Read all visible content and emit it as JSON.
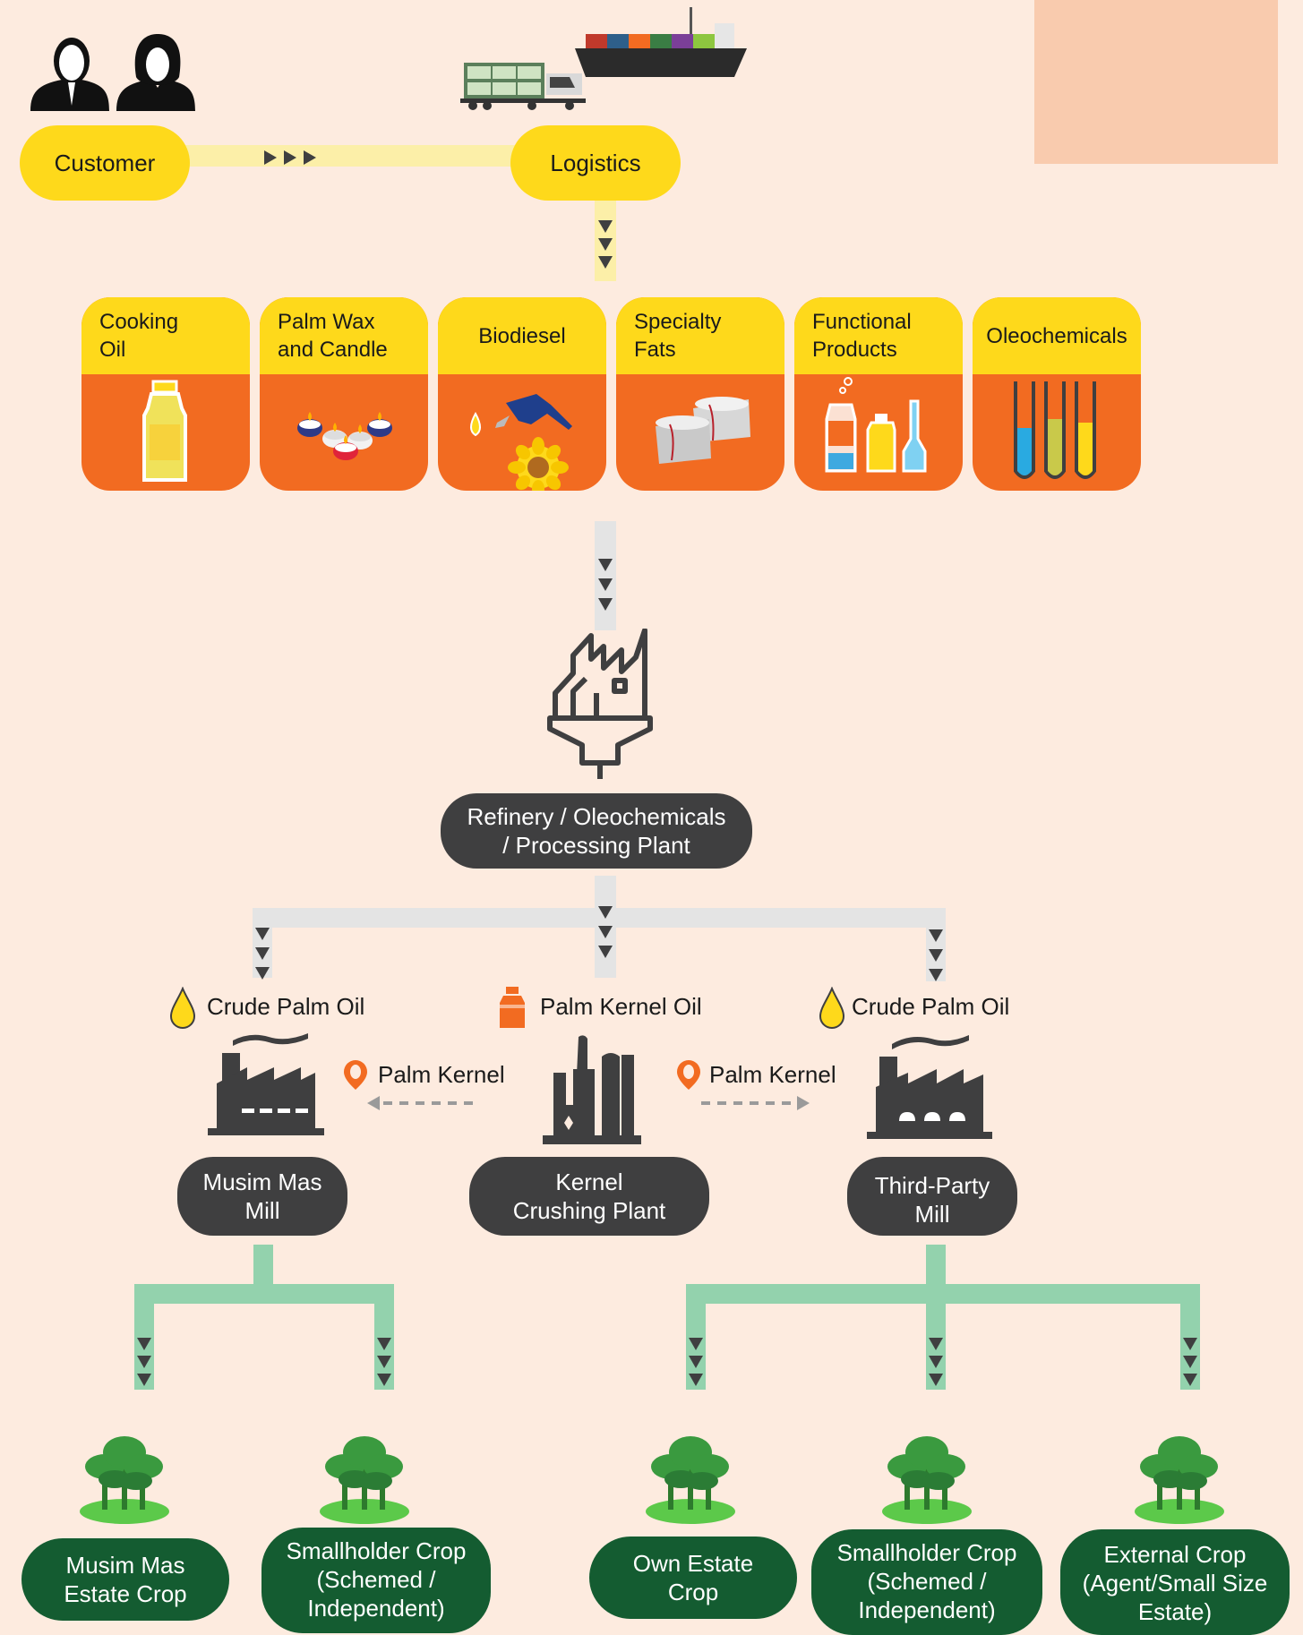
{
  "top": {
    "customer_label": "Customer",
    "logistics_label": "Logistics"
  },
  "products": [
    {
      "label": "Cooking Oil",
      "icon": "cooking-oil-bottle-icon"
    },
    {
      "label": "Palm Wax and Candle",
      "icon": "candles-icon"
    },
    {
      "label": "Biodiesel",
      "icon": "fuel-nozzle-sunflower-icon"
    },
    {
      "label": "Specialty Fats",
      "icon": "fat-blocks-icon"
    },
    {
      "label": "Functional Products",
      "icon": "product-containers-icon"
    },
    {
      "label": "Oleochemicals",
      "icon": "test-tubes-icon"
    }
  ],
  "refinery": {
    "label_line1": "Refinery / Oleochemicals",
    "label_line2": "/ Processing Plant",
    "icon": "refinery-plant-icon"
  },
  "flows": {
    "left_oil": "Crude Palm Oil",
    "center_oil": "Palm Kernel Oil",
    "right_oil": "Crude Palm Oil",
    "left_kernel": "Palm Kernel",
    "right_kernel": "Palm Kernel"
  },
  "mills": {
    "musim_line1": "Musim Mas",
    "musim_line2": "Mill",
    "kernel_line1": "Kernel",
    "kernel_line2": "Crushing Plant",
    "third_line1": "Third-Party",
    "third_line2": "Mill"
  },
  "crops": [
    {
      "line1": "Musim Mas",
      "line2": "Estate Crop",
      "line3": ""
    },
    {
      "line1": "Smallholder Crop",
      "line2": "(Schemed /",
      "line3": "Independent)"
    },
    {
      "line1": "Own Estate",
      "line2": "Crop",
      "line3": ""
    },
    {
      "line1": "Smallholder Crop",
      "line2": "(Schemed /",
      "line3": "Independent)"
    },
    {
      "line1": "External Crop",
      "line2": "(Agent/Small Size",
      "line3": "Estate)"
    }
  ],
  "colors": {
    "background": "#fdebdf",
    "yellow": "#fed91b",
    "orange": "#f26b21",
    "dark": "#3f3f40",
    "green": "#145c31",
    "connector_grey": "#e4e4e4",
    "connector_green": "#93d2ad",
    "connector_yellow": "#fcefa8"
  }
}
